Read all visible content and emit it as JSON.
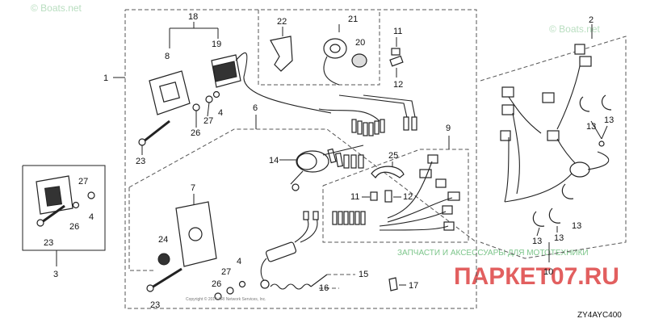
{
  "watermark": {
    "text_top": "© Boats.net",
    "text_right": "© Boats.net",
    "ru_title": "ЗАПЧАСТИ И АКСЕССУАРЫ ДЛЯ МОТОТЕХНИКИ",
    "ru_brand": "ПАРКЕТ07.RU",
    "color_green": "#7cc58a",
    "color_red": "#d92a2a"
  },
  "diagram_code": "ZY4AYC400",
  "copyright_line": "Copyright © 2014 ARI Network Services, Inc.",
  "callouts": {
    "c1": "1",
    "c2": "2",
    "c3": "3",
    "c4a": "4",
    "c4b": "4",
    "c4c": "4",
    "c6": "6",
    "c7": "7",
    "c8": "8",
    "c9": "9",
    "c10": "10",
    "c11a": "11",
    "c11b": "11",
    "c12a": "12",
    "c12b": "12",
    "c13a": "13",
    "c13b": "13",
    "c13c": "13",
    "c13d": "13",
    "c13e": "13",
    "c14": "14",
    "c15": "15",
    "c16": "16",
    "c17": "17",
    "c18": "18",
    "c19": "19",
    "c20": "20",
    "c21": "21",
    "c22": "22",
    "c23a": "23",
    "c23b": "23",
    "c23c": "23",
    "c24": "24",
    "c25": "25",
    "c26a": "26",
    "c26b": "26",
    "c26c": "26",
    "c27a": "27",
    "c27b": "27",
    "c27c": "27"
  }
}
